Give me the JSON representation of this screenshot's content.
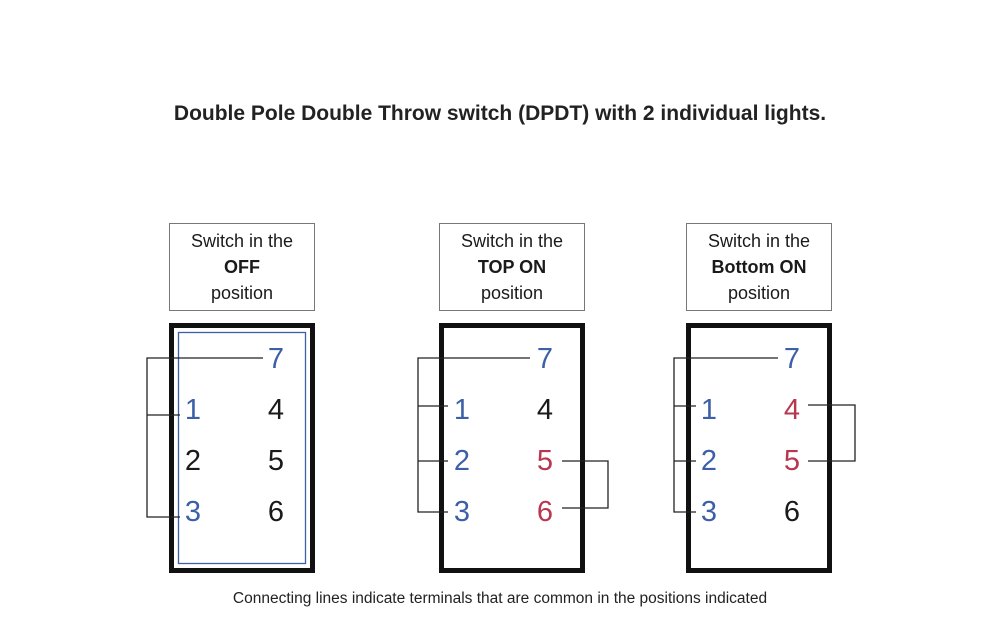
{
  "title": "Double Pole Double Throw switch (DPDT) with 2 individual lights.",
  "caption": "Connecting lines indicate terminals that are common in the positions indicated",
  "colors": {
    "blue": "#3c5fa8",
    "red": "#b8374f",
    "black": "#1a1a1a"
  },
  "panels": [
    {
      "label_line1": "Switch in the",
      "label_line2": "OFF",
      "label_line3": "position",
      "terminals": {
        "t7": "7",
        "t1": "1",
        "t4": "4",
        "t2": "2",
        "t5": "5",
        "t3": "3",
        "t6": "6"
      },
      "terminal_colors": {
        "t7": "blue",
        "t1": "blue",
        "t4": "black",
        "t2": "black",
        "t5": "black",
        "t3": "blue",
        "t6": "black"
      },
      "left_link": [
        "7",
        "1",
        "3"
      ],
      "right_link": []
    },
    {
      "label_line1": "Switch in the",
      "label_line2": "TOP ON",
      "label_line3": "position",
      "terminals": {
        "t7": "7",
        "t1": "1",
        "t4": "4",
        "t2": "2",
        "t5": "5",
        "t3": "3",
        "t6": "6"
      },
      "terminal_colors": {
        "t7": "blue",
        "t1": "blue",
        "t4": "black",
        "t2": "blue",
        "t5": "red",
        "t3": "blue",
        "t6": "red"
      },
      "left_link": [
        "7",
        "1",
        "2",
        "3"
      ],
      "right_link": [
        "5",
        "6"
      ]
    },
    {
      "label_line1": "Switch in the",
      "label_line2": "Bottom ON",
      "label_line3": "position",
      "terminals": {
        "t7": "7",
        "t1": "1",
        "t4": "4",
        "t2": "2",
        "t5": "5",
        "t3": "3",
        "t6": "6"
      },
      "terminal_colors": {
        "t7": "blue",
        "t1": "blue",
        "t4": "red",
        "t2": "blue",
        "t5": "red",
        "t3": "blue",
        "t6": "black"
      },
      "left_link": [
        "7",
        "1",
        "2",
        "3"
      ],
      "right_link": [
        "4",
        "5"
      ]
    }
  ]
}
